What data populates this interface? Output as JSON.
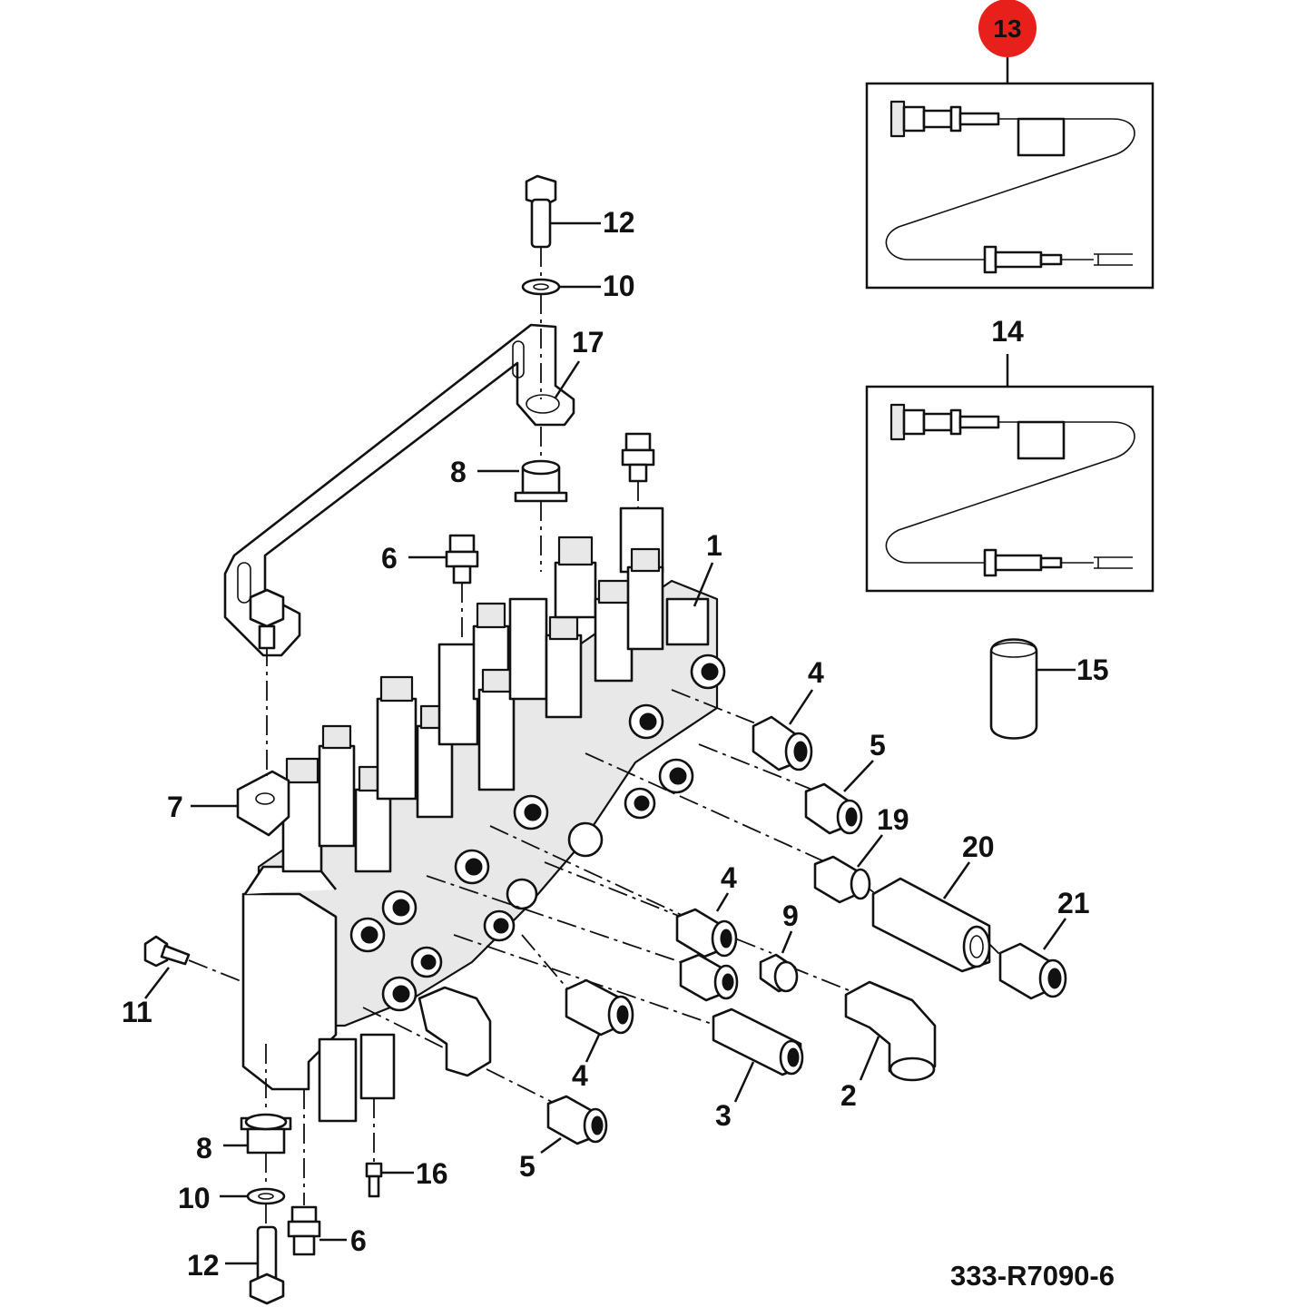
{
  "diagram": {
    "figure_number": "333-R7090-6",
    "highlighted_callout": "13",
    "highlight_color": "#e8201c",
    "callouts": {
      "c1": "1",
      "c2": "2",
      "c3": "3",
      "c4a": "4",
      "c4b": "4",
      "c4c": "4",
      "c5a": "5",
      "c5b": "5",
      "c6a": "6",
      "c6b": "6",
      "c7": "7",
      "c8a": "8",
      "c8b": "8",
      "c9": "9",
      "c10a": "10",
      "c10b": "10",
      "c11": "11",
      "c12a": "12",
      "c12b": "12",
      "c13": "13",
      "c14": "14",
      "c15": "15",
      "c16": "16",
      "c17": "17",
      "c19": "19",
      "c20": "20",
      "c21": "21"
    }
  }
}
